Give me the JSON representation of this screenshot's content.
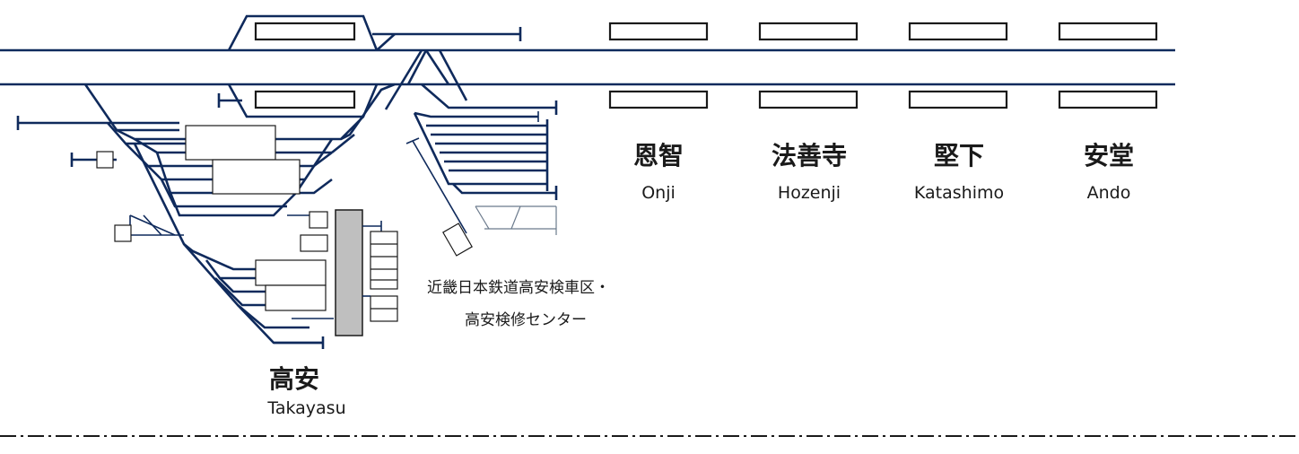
{
  "stations": [
    {
      "id": "takayasu",
      "name_ja": "高安",
      "name_en": "Takayasu"
    },
    {
      "id": "onji",
      "name_ja": "恩智",
      "name_en": "Onji"
    },
    {
      "id": "hozenji",
      "name_ja": "法善寺",
      "name_en": "Hozenji"
    },
    {
      "id": "katashimo",
      "name_ja": "堅下",
      "name_en": "Katashimo"
    },
    {
      "id": "ando",
      "name_ja": "安堂",
      "name_en": "Ando"
    }
  ],
  "depot": {
    "line1": "近畿日本鉄道高安検車区・",
    "line2": "高安検修センター"
  },
  "colors": {
    "track": "#0f2a5c",
    "platform_edge": "#1a1a1a",
    "facility": "#bfbfbf"
  }
}
